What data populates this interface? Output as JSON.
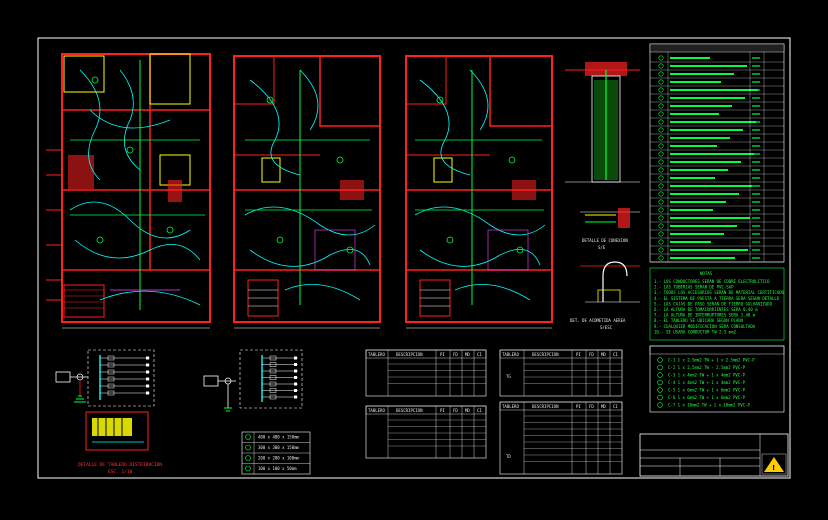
{
  "colors": {
    "background": "#000000",
    "frame": "#ffffff",
    "walls": "#ff2020",
    "yellow": "#ffff00",
    "wiring": "#00ffff",
    "green": "#00ff40",
    "magenta": "#ff40ff",
    "warning": "#ffcc00"
  },
  "details": {
    "detalle_conexion_title": "DETALLE DE CONEXION",
    "detalle_conexion_scale": "S/E",
    "acometida_title": "DET. DE ACOMETIDA AEREA",
    "acometida_scale": "S/ESC",
    "tablero_title": "DETALLE DE TABLERO DISTRIBUCION",
    "tablero_scale": "ESC. 1/10"
  },
  "tables": {
    "header_tablero": "TABLERO",
    "header_descripcion": "DESCRIPCION",
    "header_pi": "PI",
    "header_fd": "FD",
    "header_md": "MD",
    "header_ci": "CI",
    "tablero_label_a": "TG",
    "tablero_label_b": "TD"
  },
  "notes": {
    "title": "NOTAS",
    "lines": [
      "1.- LOS CONDUCTORES SERAN DE COBRE ELECTROLITICO",
      "2.- LAS TUBERIAS SERAN DE PVC-SAP",
      "3.- TODOS LOS ACCESORIOS SERAN DE MATERIAL CERTIFICADO",
      "4.- EL SISTEMA DE PUESTA A TIERRA SERA SEGUN DETALLE",
      "5.- LAS CAJAS DE PASO SERAN DE FIERRO GALVANIZADO",
      "6.- LA ALTURA DE TOMACORRIENTES SERA 0.40 m",
      "7.- LA ALTURA DE INTERRUPTORES SERA 1.40 m",
      "8.- EL TABLERO SE UBICARA SEGUN PLANO",
      "9.- CUALQUIER MODIFICACION SERA CONSULTADA",
      "10.- SE USARA CONDUCTOR TW 2.5 mm2"
    ]
  },
  "circuits": {
    "lines": [
      "C-1  1 x 2.5mm2 TW + 1 x 2.5mm2 PVC-P",
      "C-2  1 x 2.5mm2 TW  -  2.5mm2 PVC-P",
      "C-3  1 x 4mm2 TW + 1 x 4mm2 PVC-P",
      "C-4  1 x 4mm2 TW + 1 x 4mm2 PVC-P",
      "C-5  1 x 6mm2 TW + 1 x 6mm2 PVC-P",
      "C-6  1 x 6mm2 TW + 1 x 6mm2 PVC-P",
      "C-7  1 x 10mm2 TW + 1 x 10mm2 PVC-P"
    ]
  },
  "cable_table": {
    "rows": [
      "400 x 400 x 150mm",
      "300 x 300 x 150mm",
      "200 x 200 x 100mm",
      "100 x 100 x 50mm"
    ]
  }
}
